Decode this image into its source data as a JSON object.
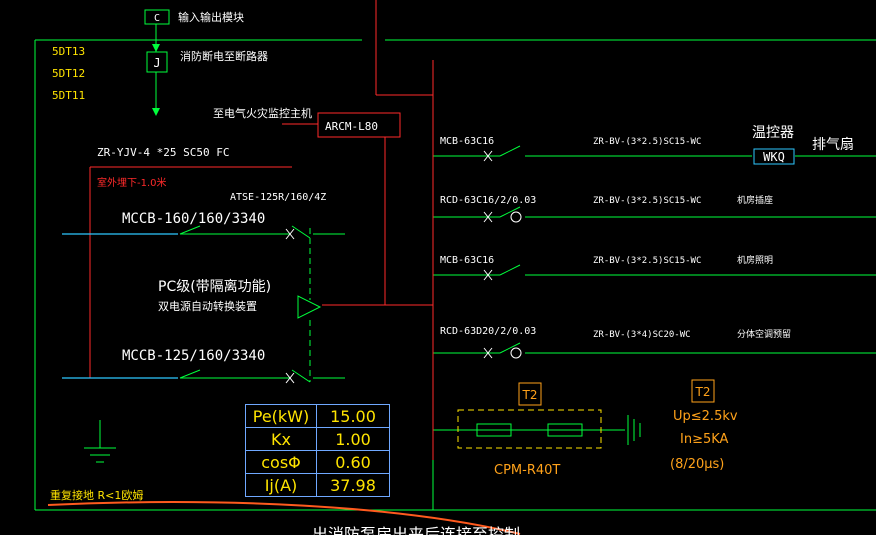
{
  "colors": {
    "background": "#000000",
    "wire_green": "#00ff3c",
    "wire_red": "#ff2a2a",
    "wire_cyan": "#2ec8ff",
    "text_white": "#ffffff",
    "text_yellow": "#ffe400",
    "text_orange": "#ffa21a",
    "table_border": "#6fa8ff",
    "annotation_orange": "#ff5a1e"
  },
  "top": {
    "c_box": "C",
    "c_label": "输入输出模块",
    "j_box": "J",
    "j_label": "消防断电至断路器",
    "codes": [
      "5DT13",
      "5DT12",
      "5DT11"
    ]
  },
  "left": {
    "fire_label": "至电气火灾监控主机",
    "arcm": "ARCM-L80",
    "cable": "ZR-YJV-4 *25 SC50 FC",
    "outdoor_note": "室外埋下-1.0米",
    "atse": "ATSE-125R/160/4Z",
    "mccb1": "MCCB-160/160/3340",
    "pc_title": "PC级(带隔离功能)",
    "pc_sub": "双电源自动转换装置",
    "mccb2": "MCCB-125/160/3340",
    "ground": "重复接地 R<1欧姆"
  },
  "circuits": [
    {
      "breaker": "MCB-63C16",
      "cable": "ZR-BV-(3*2.5)SC15-WC",
      "load": "排气扇"
    },
    {
      "breaker": "RCD-63C16/2/0.03",
      "cable": "ZR-BV-(3*2.5)SC15-WC",
      "load": "机房插座"
    },
    {
      "breaker": "MCB-63C16",
      "cable": "ZR-BV-(3*2.5)SC15-WC",
      "load": "机房照明"
    },
    {
      "breaker": "RCD-63D20/2/0.03",
      "cable": "ZR-BV-(3*4)SC20-WC",
      "load": "分体空调预留"
    }
  ],
  "thermostat": {
    "label": "温控器",
    "box": "WKQ"
  },
  "spd": {
    "t2": "T2",
    "model": "CPM-R40T",
    "t2b": "T2",
    "up": "Up≤2.5kv",
    "in": "In≥5KA",
    "wave": "(8/20μs)"
  },
  "table": [
    {
      "key": "Pe(kW)",
      "value": "15.00"
    },
    {
      "key": "Kx",
      "value": "1.00"
    },
    {
      "key": "cosΦ",
      "value": "0.60"
    },
    {
      "key": "Ij(A)",
      "value": "37.98"
    }
  ],
  "bottom_note": "出消防泵房出来后连接至控制"
}
